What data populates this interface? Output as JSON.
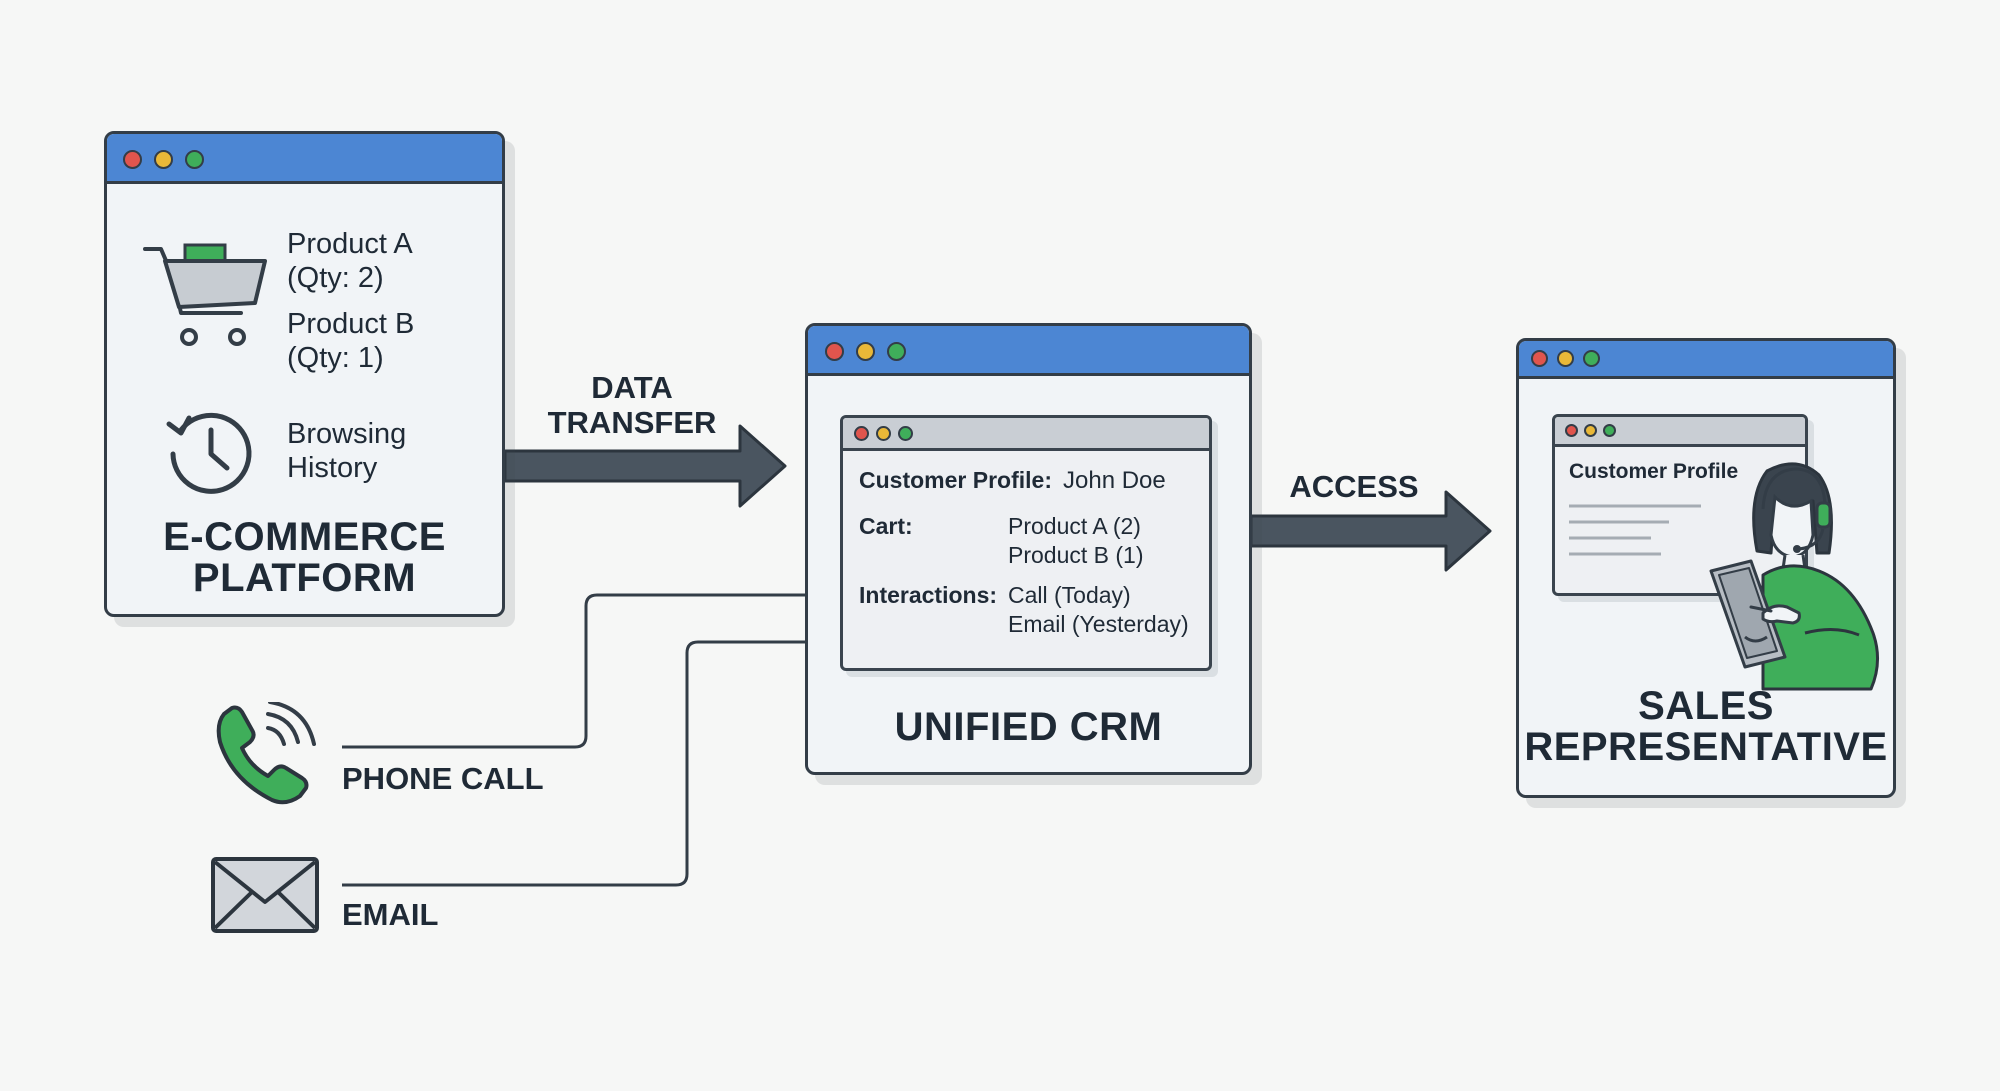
{
  "ecommerce": {
    "cart_items": [
      {
        "name": "Product A",
        "qty": "(Qty: 2)"
      },
      {
        "name": "Product B",
        "qty": "(Qty: 1)"
      }
    ],
    "history_label_1": "Browsing",
    "history_label_2": "History",
    "title_1": "E-COMMERCE",
    "title_2": "PLATFORM"
  },
  "arrows": {
    "data_transfer_1": "DATA",
    "data_transfer_2": "TRANSFER",
    "access": "ACCESS"
  },
  "channels": {
    "phone": "PHONE CALL",
    "email": "EMAIL"
  },
  "crm": {
    "profile_label": "Customer Profile:",
    "profile_name": "John Doe",
    "cart_label": "Cart:",
    "cart_values": [
      "Product A (2)",
      "Product B (1)"
    ],
    "interactions_label": "Interactions:",
    "interactions_values": [
      "Call (Today)",
      "Email (Yesterday)"
    ],
    "title": "UNIFIED CRM"
  },
  "sales": {
    "screen_title": "Customer Profile",
    "title_1": "SALES",
    "title_2": "REPRESENTATIVE"
  },
  "colors": {
    "titlebar_blue": "#4c86d3",
    "accent_green": "#3fae5a",
    "arrow_gray": "#4a5560",
    "outline": "#333d47"
  },
  "icons": [
    "shopping-cart-icon",
    "history-clock-icon",
    "phone-icon",
    "envelope-icon",
    "sales-rep-icon"
  ]
}
